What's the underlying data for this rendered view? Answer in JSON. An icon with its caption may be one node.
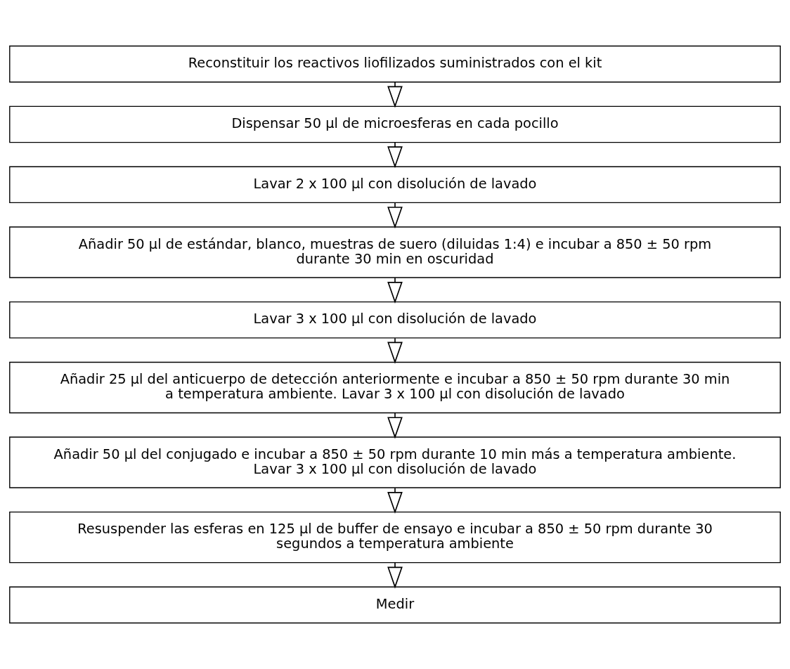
{
  "diagram": {
    "nodes": [
      {
        "text": [
          "Reconstituir los reactivos liofilizados suministrados con el kit"
        ]
      },
      {
        "text": [
          "Dispensar 50 µl de microesferas en cada pocillo"
        ]
      },
      {
        "text": [
          "Lavar 2 x 100 µl con disolución de lavado"
        ]
      },
      {
        "text": [
          "Añadir 50 µl de estándar, blanco, muestras de suero (diluidas 1:4) e incubar a 850 ± 50 rpm durante 30 min en oscuridad"
        ]
      },
      {
        "text": [
          "Lavar 3 x 100 µl con disolución de lavado"
        ]
      },
      {
        "text": [
          "Añadir 25 µl del anticuerpo de detección anteriormente e incubar a 850 ± 50 rpm durante 30 min a temperatura ambiente. Lavar 3 x 100 µl con disolución de lavado"
        ]
      },
      {
        "text": [
          "Añadir 50 µl del conjugado e incubar a 850 ± 50 rpm durante 10 min más a temperatura ambiente. Lavar 3 x 100 µl con disolución de lavado"
        ]
      },
      {
        "text": [
          "Resuspender las esferas en 125 µl de buffer de ensayo e incubar a 850 ± 50 rpm durante 30 segundos a temperatura ambiente"
        ]
      },
      {
        "text": [
          "Medir"
        ]
      }
    ],
    "edges": [
      {
        "from": 0,
        "to": 1,
        "arrow": "to"
      },
      {
        "from": 1,
        "to": 2,
        "arrow": "to"
      },
      {
        "from": 2,
        "to": 3,
        "arrow": "to"
      },
      {
        "from": 3,
        "to": 4,
        "arrow": "to"
      },
      {
        "from": 4,
        "to": 5,
        "arrow": "to"
      },
      {
        "from": 5,
        "to": 6,
        "arrow": "to"
      },
      {
        "from": 6,
        "to": 7,
        "arrow": "to"
      },
      {
        "from": 7,
        "to": 8,
        "arrow": "to"
      }
    ]
  }
}
